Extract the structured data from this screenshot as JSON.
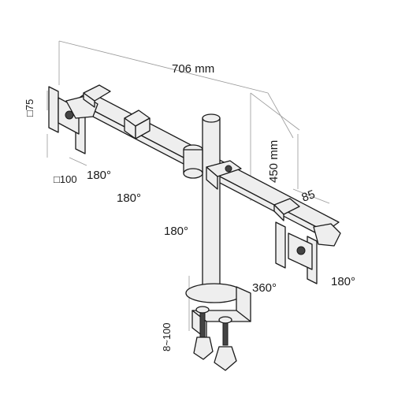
{
  "dimensions": {
    "width": "706 mm",
    "height": "450 mm",
    "offset": "85",
    "vesa_small": "75",
    "vesa_large": "100",
    "clamp": "8~100"
  },
  "rotations": {
    "left_head": "180°",
    "left_arm": "180°",
    "pole": "180°",
    "right_arm": "360°",
    "right_head": "180°"
  },
  "symbols": {
    "square": "□"
  }
}
